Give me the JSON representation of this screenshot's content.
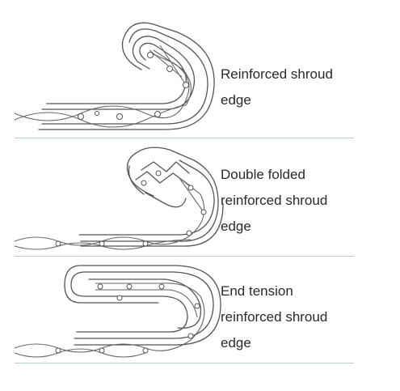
{
  "panels": [
    {
      "label": "Reinforced shroud\nedge"
    },
    {
      "label": "Double folded\nreinforced shroud\nedge"
    },
    {
      "label": "End tension\nreinforced shroud\nedge"
    }
  ]
}
